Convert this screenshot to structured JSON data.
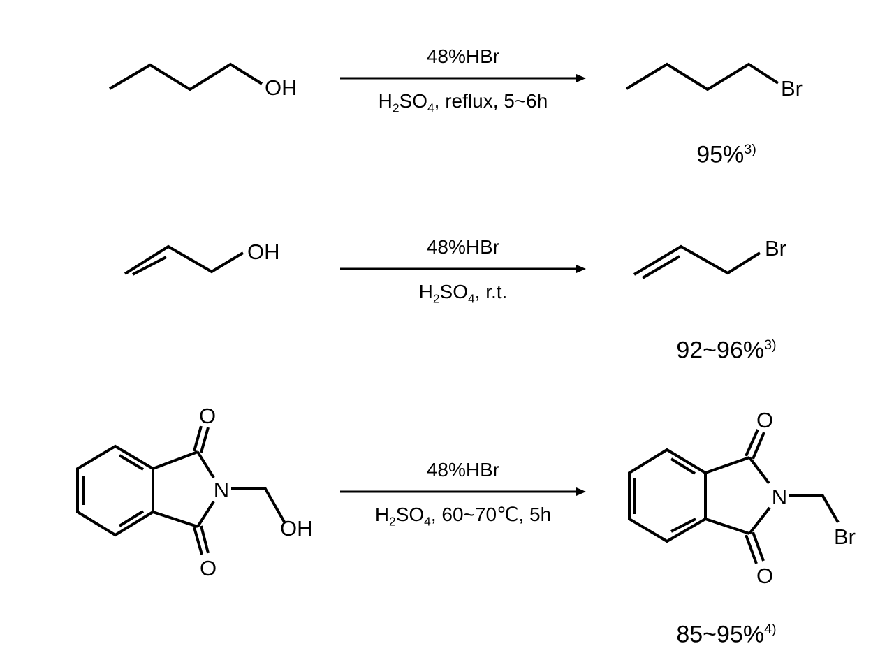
{
  "page": {
    "background_color": "#ffffff",
    "ink_color": "#000000"
  },
  "reactions": [
    {
      "reagent": "48%HBr",
      "cond": {
        "p1": "H",
        "s1": "2",
        "p2": "SO",
        "s2": "4",
        "p3": ", reflux, 5~6h"
      },
      "oh": "OH",
      "br": "Br",
      "yield": "95%",
      "ref": "3)"
    },
    {
      "reagent": "48%HBr",
      "cond": {
        "p1": "H",
        "s1": "2",
        "p2": "SO",
        "s2": "4",
        "p3": ", r.t."
      },
      "oh": "OH",
      "br": "Br",
      "yield": "92~96%",
      "ref": "3)"
    },
    {
      "reagent": "48%HBr",
      "cond": {
        "p1": "H",
        "s1": "2",
        "p2": "SO",
        "s2": "4",
        "p3": ", 60~70℃, 5h"
      },
      "o": "O",
      "n": "N",
      "oh": "OH",
      "br": "Br",
      "yield": "85~95%",
      "ref": "4)"
    }
  ]
}
